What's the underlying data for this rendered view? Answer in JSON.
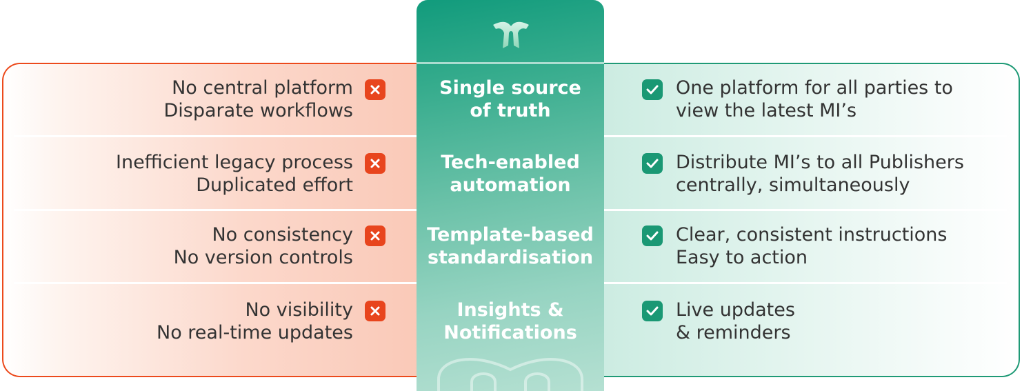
{
  "colors": {
    "negative_accent": "#e8451d",
    "positive_accent": "#1a9874",
    "center_top": "#119b7c",
    "center_bottom": "#b5e0d2",
    "text": "#333333"
  },
  "logo": {
    "icon": "m-logo-icon"
  },
  "rows": [
    {
      "problem": [
        "No central platform",
        "Disparate workflows"
      ],
      "feature": [
        "Single source",
        "of truth"
      ],
      "solution": [
        "One platform for all parties to",
        "view the latest MI’s"
      ]
    },
    {
      "problem": [
        "Inefficient legacy process",
        "Duplicated effort"
      ],
      "feature": [
        "Tech-enabled",
        "automation"
      ],
      "solution": [
        "Distribute MI’s to all Publishers",
        "centrally, simultaneously"
      ]
    },
    {
      "problem": [
        "No consistency",
        "No version controls"
      ],
      "feature": [
        "Template-based",
        "standardisation"
      ],
      "solution": [
        "Clear, consistent instructions",
        "Easy to action"
      ]
    },
    {
      "problem": [
        "No visibility",
        "No real-time updates"
      ],
      "feature": [
        "Insights &",
        "Notifications"
      ],
      "solution": [
        "Live updates",
        "& reminders"
      ]
    }
  ]
}
